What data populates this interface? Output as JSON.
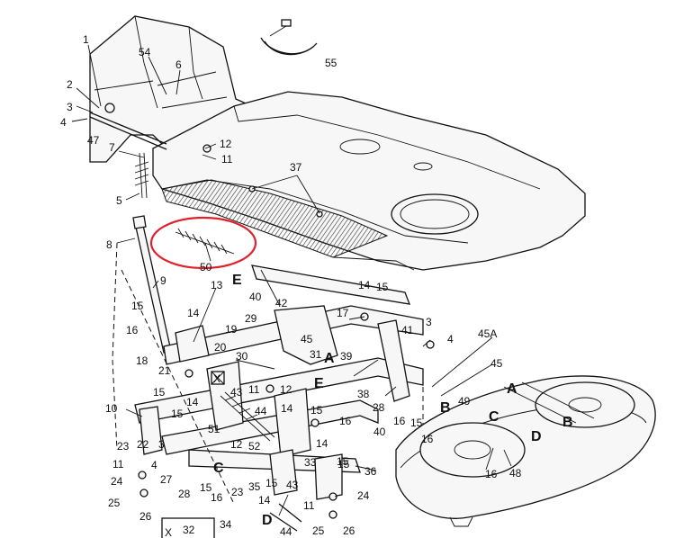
{
  "callouts": [
    {
      "id": "c1",
      "text": "1"
    },
    {
      "id": "c2",
      "text": "2"
    },
    {
      "id": "c3a",
      "text": "3"
    },
    {
      "id": "c4a",
      "text": "4"
    },
    {
      "id": "c47",
      "text": "47"
    },
    {
      "id": "c54",
      "text": "54"
    },
    {
      "id": "c6",
      "text": "6"
    },
    {
      "id": "c55",
      "text": "55"
    },
    {
      "id": "c7",
      "text": "7"
    },
    {
      "id": "c12a",
      "text": "12"
    },
    {
      "id": "c11a",
      "text": "11"
    },
    {
      "id": "c37",
      "text": "37"
    },
    {
      "id": "c5",
      "text": "5"
    },
    {
      "id": "c8",
      "text": "8"
    },
    {
      "id": "c50",
      "text": "50"
    },
    {
      "id": "cE1",
      "text": "E"
    },
    {
      "id": "c9",
      "text": "9"
    },
    {
      "id": "c13",
      "text": "13"
    },
    {
      "id": "c40a",
      "text": "40"
    },
    {
      "id": "c42",
      "text": "42"
    },
    {
      "id": "c14a",
      "text": "14"
    },
    {
      "id": "c15a",
      "text": "15"
    },
    {
      "id": "c15b",
      "text": "15"
    },
    {
      "id": "c14b",
      "text": "14"
    },
    {
      "id": "c29",
      "text": "29"
    },
    {
      "id": "c17",
      "text": "17"
    },
    {
      "id": "c3b",
      "text": "3"
    },
    {
      "id": "c19",
      "text": "19"
    },
    {
      "id": "c16a",
      "text": "16"
    },
    {
      "id": "c45a",
      "text": "45"
    },
    {
      "id": "c41",
      "text": "41"
    },
    {
      "id": "c4b",
      "text": "4"
    },
    {
      "id": "c45A",
      "text": "45A"
    },
    {
      "id": "c20",
      "text": "20"
    },
    {
      "id": "c18",
      "text": "18"
    },
    {
      "id": "c31",
      "text": "31"
    },
    {
      "id": "cA1",
      "text": "A"
    },
    {
      "id": "c39",
      "text": "39"
    },
    {
      "id": "c45b",
      "text": "45"
    },
    {
      "id": "c21",
      "text": "21"
    },
    {
      "id": "c30",
      "text": "30"
    },
    {
      "id": "cX1",
      "text": "X"
    },
    {
      "id": "c43a",
      "text": "43"
    },
    {
      "id": "c11b",
      "text": "11"
    },
    {
      "id": "c12b",
      "text": "12"
    },
    {
      "id": "cE2",
      "text": "E"
    },
    {
      "id": "c38",
      "text": "38"
    },
    {
      "id": "c15c",
      "text": "15"
    },
    {
      "id": "c14c",
      "text": "14"
    },
    {
      "id": "c44a",
      "text": "44"
    },
    {
      "id": "c16b",
      "text": "16"
    },
    {
      "id": "c15d",
      "text": "15"
    },
    {
      "id": "c28a",
      "text": "28"
    },
    {
      "id": "c40b",
      "text": "40"
    },
    {
      "id": "c16c",
      "text": "16"
    },
    {
      "id": "c15e",
      "text": "15"
    },
    {
      "id": "cB1",
      "text": "B"
    },
    {
      "id": "c49",
      "text": "49"
    },
    {
      "id": "cA2",
      "text": "A"
    },
    {
      "id": "cC1",
      "text": "C"
    },
    {
      "id": "cB2",
      "text": "B"
    },
    {
      "id": "c10",
      "text": "10"
    },
    {
      "id": "c15f",
      "text": "15"
    },
    {
      "id": "c14d",
      "text": "14"
    },
    {
      "id": "c23a",
      "text": "23"
    },
    {
      "id": "c22",
      "text": "22"
    },
    {
      "id": "c3c",
      "text": "3"
    },
    {
      "id": "c51",
      "text": "51"
    },
    {
      "id": "c12c",
      "text": "12"
    },
    {
      "id": "c52",
      "text": "52"
    },
    {
      "id": "c14e",
      "text": "14"
    },
    {
      "id": "c15g",
      "text": "15"
    },
    {
      "id": "c16d",
      "text": "16"
    },
    {
      "id": "cD1",
      "text": "D"
    },
    {
      "id": "c48",
      "text": "48"
    },
    {
      "id": "c16e",
      "text": "16"
    },
    {
      "id": "c11c",
      "text": "11"
    },
    {
      "id": "c4c",
      "text": "4"
    },
    {
      "id": "c24a",
      "text": "24"
    },
    {
      "id": "c27",
      "text": "27"
    },
    {
      "id": "c28b",
      "text": "28"
    },
    {
      "id": "c15h",
      "text": "15"
    },
    {
      "id": "cC2",
      "text": "C"
    },
    {
      "id": "c16f",
      "text": "16"
    },
    {
      "id": "c23b",
      "text": "23"
    },
    {
      "id": "c35",
      "text": "35"
    },
    {
      "id": "c15i",
      "text": "15"
    },
    {
      "id": "c43b",
      "text": "43"
    },
    {
      "id": "c33",
      "text": "33"
    },
    {
      "id": "c15j",
      "text": "15"
    },
    {
      "id": "c36",
      "text": "36"
    },
    {
      "id": "c25a",
      "text": "25"
    },
    {
      "id": "c26a",
      "text": "26"
    },
    {
      "id": "c14f",
      "text": "14"
    },
    {
      "id": "c11d",
      "text": "11"
    },
    {
      "id": "c24b",
      "text": "24"
    },
    {
      "id": "cD2",
      "text": "D"
    },
    {
      "id": "c44b",
      "text": "44"
    },
    {
      "id": "c25b",
      "text": "25"
    },
    {
      "id": "c26b",
      "text": "26"
    },
    {
      "id": "c34",
      "text": "34"
    },
    {
      "id": "c32",
      "text": "32"
    },
    {
      "id": "cX2",
      "text": "X"
    }
  ],
  "highlight": {
    "part": "50",
    "color": "#e0202a"
  }
}
